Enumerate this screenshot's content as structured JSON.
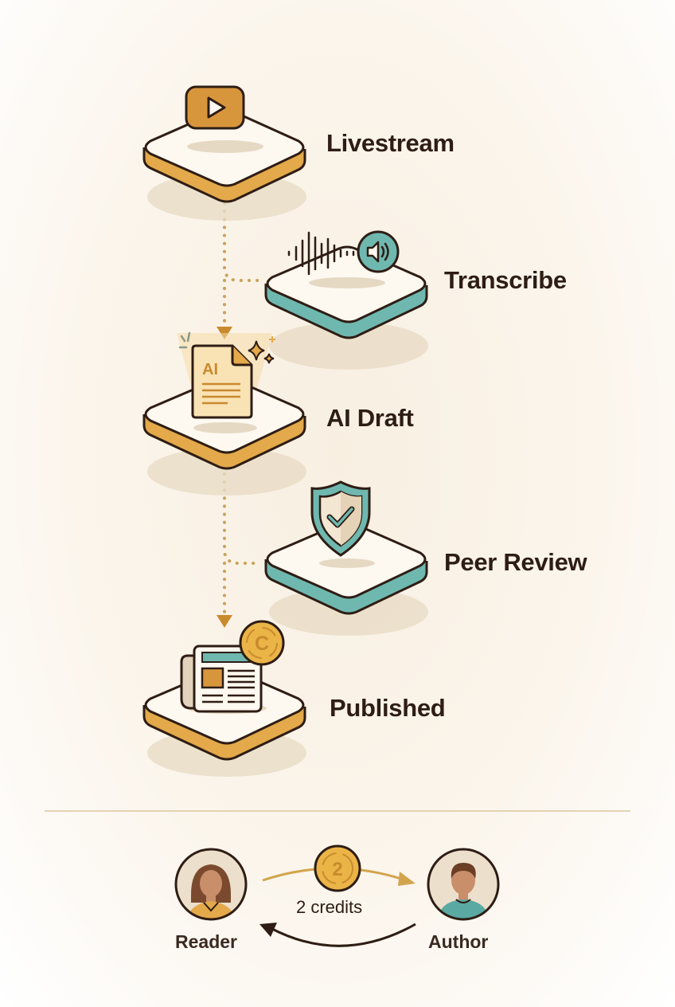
{
  "steps": [
    {
      "label": "Livestream",
      "icon": "play-video-icon",
      "platform_color": "#e3a94a"
    },
    {
      "label": "Transcribe",
      "icon": "audio-waveform-speaker-icon",
      "platform_color": "#6fb8b0"
    },
    {
      "label": "AI Draft",
      "icon": "ai-document-icon",
      "doc_text": "AI",
      "platform_color": "#e3a94a"
    },
    {
      "label": "Peer Review",
      "icon": "shield-check-icon",
      "platform_color": "#6fb8b0"
    },
    {
      "label": "Published",
      "icon": "newspaper-coin-icon",
      "coin_text": "C",
      "platform_color": "#e3a94a"
    }
  ],
  "payment": {
    "reader_label": "Reader",
    "author_label": "Author",
    "coin_value": "2",
    "credits_label": "2 credits"
  },
  "colors": {
    "gold": "#e3a94a",
    "dark_gold": "#c98a2e",
    "teal": "#6fb8b0",
    "outline": "#2e1d14",
    "connector": "#c9a25a"
  }
}
